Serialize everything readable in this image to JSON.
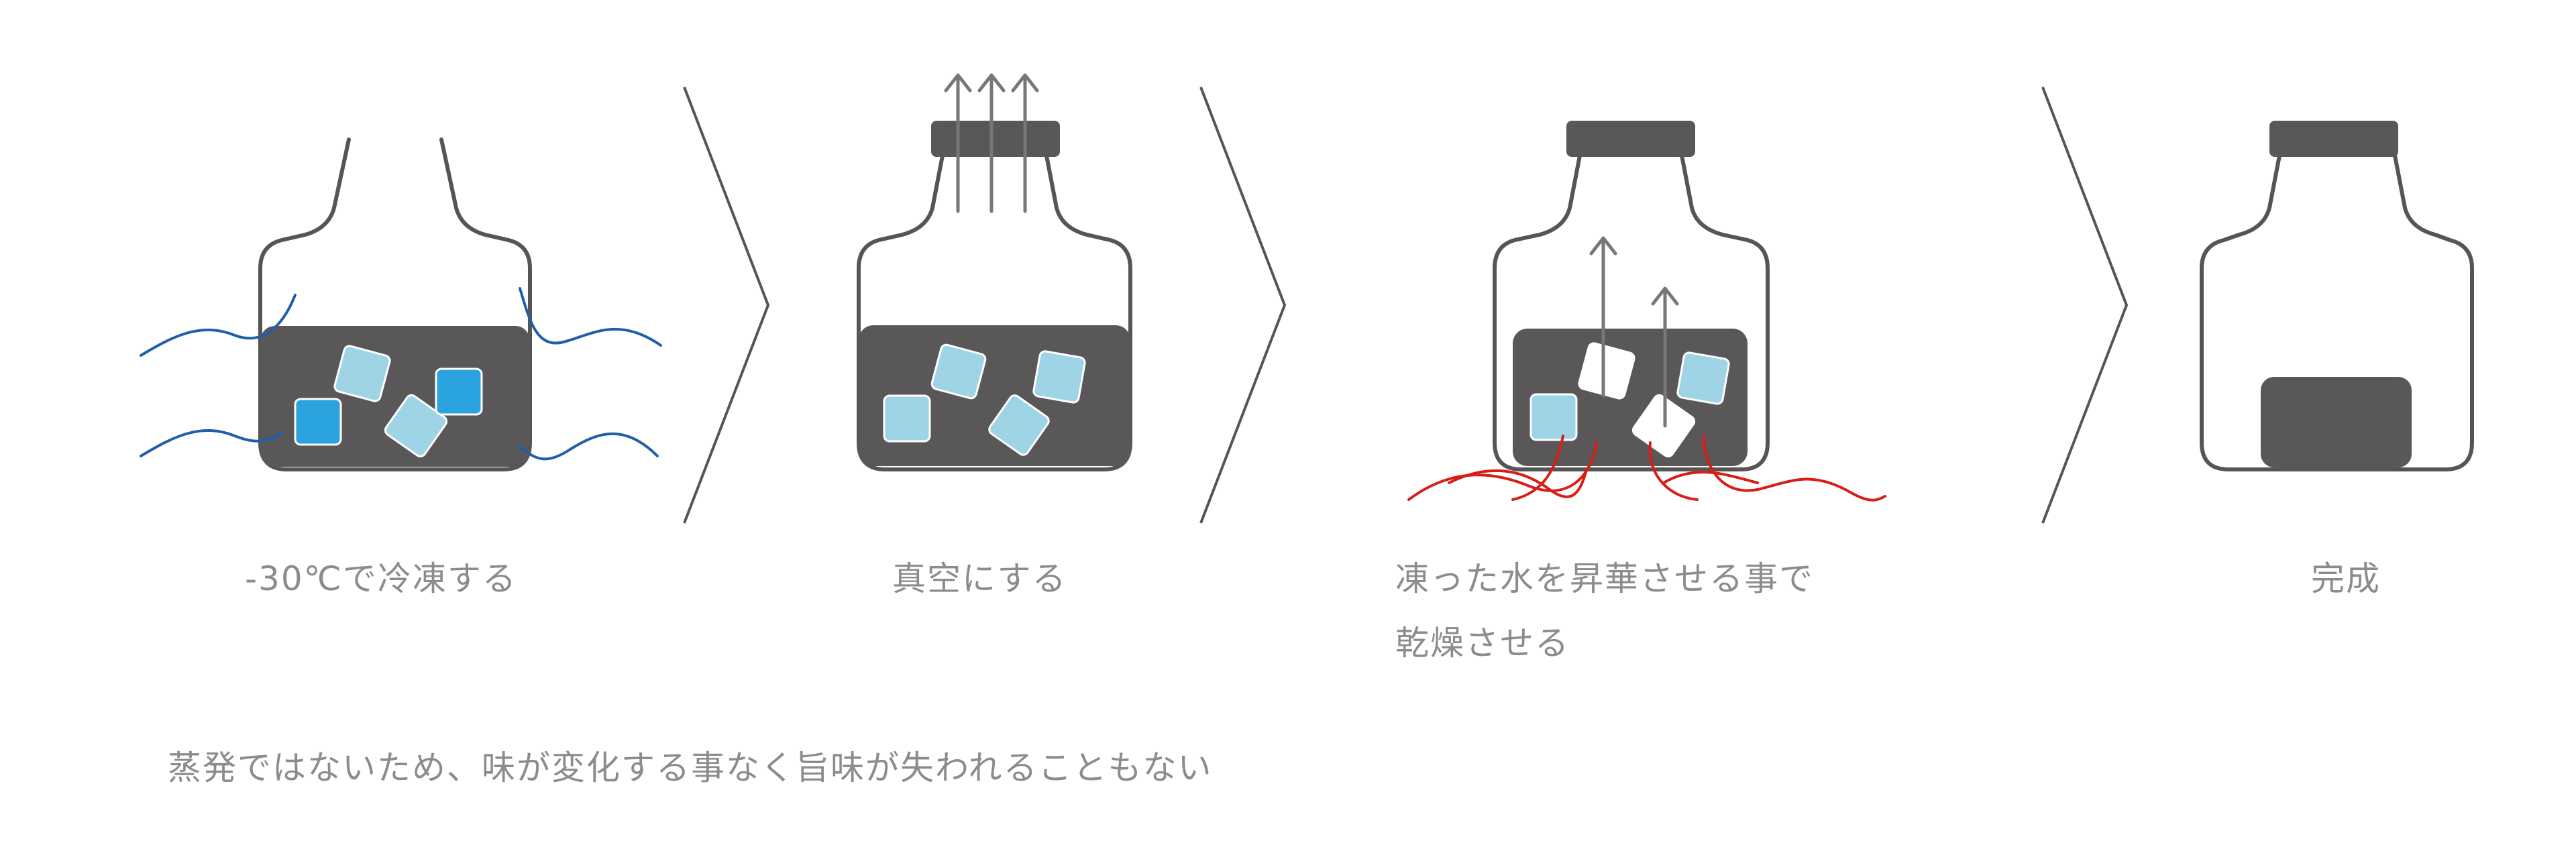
{
  "steps": [
    {
      "id": "freeze",
      "caption": "-30℃で冷凍する"
    },
    {
      "id": "vacuum",
      "caption": "真空にする"
    },
    {
      "id": "sublimate",
      "caption_line1": "凍った水を昇華させる事で",
      "caption_line2": "乾燥させる"
    },
    {
      "id": "done",
      "caption": "完成"
    }
  ],
  "note": "蒸発ではないため、味が変化する事なく旨味が失われることもない",
  "icons": [
    "jar-icon",
    "ice-cube-icon",
    "cold-wave-icon",
    "up-arrow-icon",
    "heat-wave-icon",
    "lid-icon",
    "chevron-right-icon"
  ],
  "colors": {
    "jar_outline": "#555555",
    "contents": "#595757",
    "ice_light": "#9fd3e6",
    "ice_frozen": "#2ba3df",
    "ice_dried": "#ffffff",
    "cold_wave": "#1f5fa8",
    "heat_wave": "#d91e18",
    "arrow": "#777777",
    "text": "#8c8c8c"
  }
}
